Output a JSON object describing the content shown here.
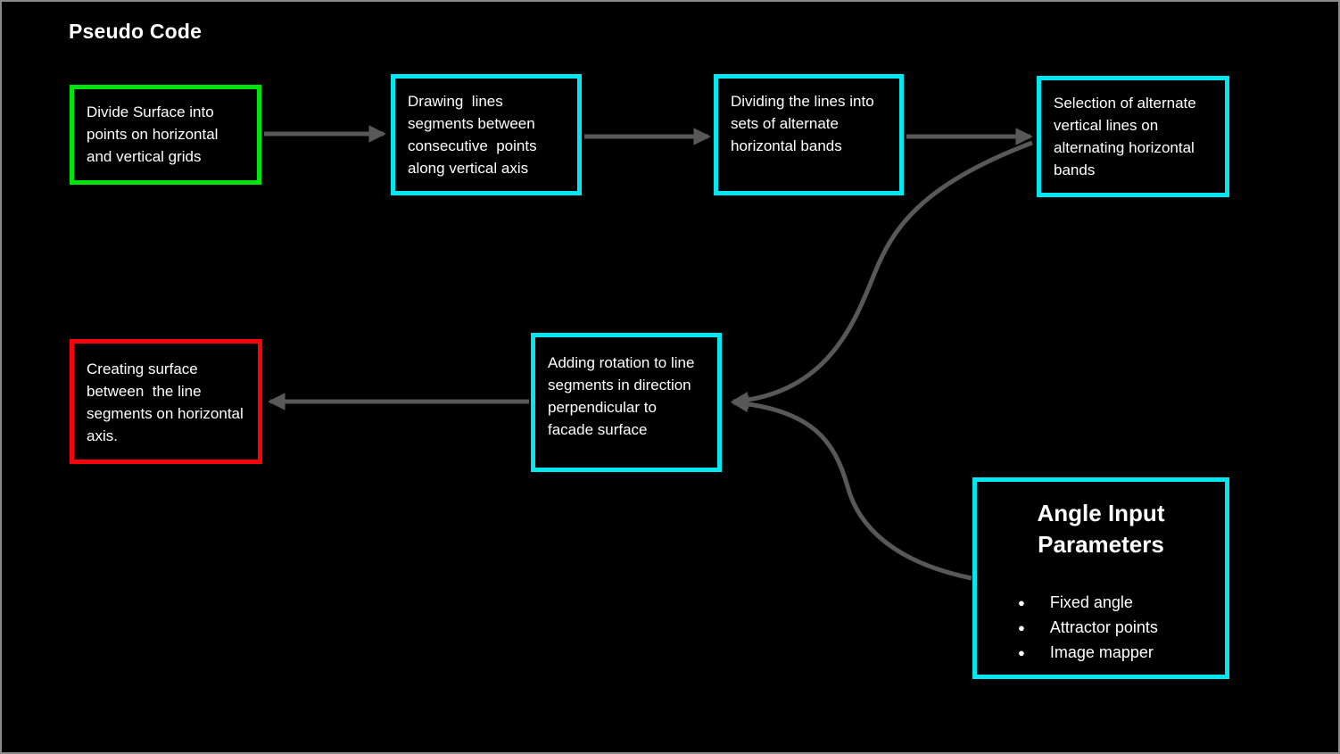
{
  "title": "Pseudo Code",
  "colors": {
    "background": "#000000",
    "frame": "#8a8a8a",
    "box_cyan": "#00e7f2",
    "box_green": "#00e40c",
    "box_red": "#f60409",
    "arrow": "#585858",
    "text": "#ffffff"
  },
  "flowchart": {
    "steps": [
      {
        "id": "divide-surface",
        "border": "green",
        "text": "Divide Surface into points on horizontal and vertical grids"
      },
      {
        "id": "drawing-lines",
        "border": "cyan",
        "text": "Drawing  lines segments between consecutive  points along vertical axis"
      },
      {
        "id": "dividing-lines",
        "border": "cyan",
        "text": "Dividing the lines into sets of alternate horizontal bands"
      },
      {
        "id": "selection-lines",
        "border": "cyan",
        "text": "Selection of alternate vertical lines on alternating horizontal bands"
      },
      {
        "id": "adding-rotation",
        "border": "cyan",
        "text": "Adding rotation to line segments in direction perpendicular to facade surface"
      },
      {
        "id": "creating-surface",
        "border": "red",
        "text": "Creating surface between  the line segments on horizontal axis."
      }
    ],
    "parameters_box": {
      "id": "angle-input-parameters",
      "border": "cyan",
      "title": "Angle Input Parameters",
      "items": [
        "Fixed angle",
        "Attractor points",
        "Image mapper"
      ]
    },
    "connections": [
      {
        "from": "divide-surface",
        "to": "drawing-lines",
        "style": "straight"
      },
      {
        "from": "drawing-lines",
        "to": "dividing-lines",
        "style": "straight"
      },
      {
        "from": "dividing-lines",
        "to": "selection-lines",
        "style": "straight"
      },
      {
        "from": "selection-lines",
        "to": "adding-rotation",
        "style": "curved"
      },
      {
        "from": "angle-input-parameters",
        "to": "adding-rotation",
        "style": "curved"
      },
      {
        "from": "adding-rotation",
        "to": "creating-surface",
        "style": "straight"
      }
    ]
  }
}
